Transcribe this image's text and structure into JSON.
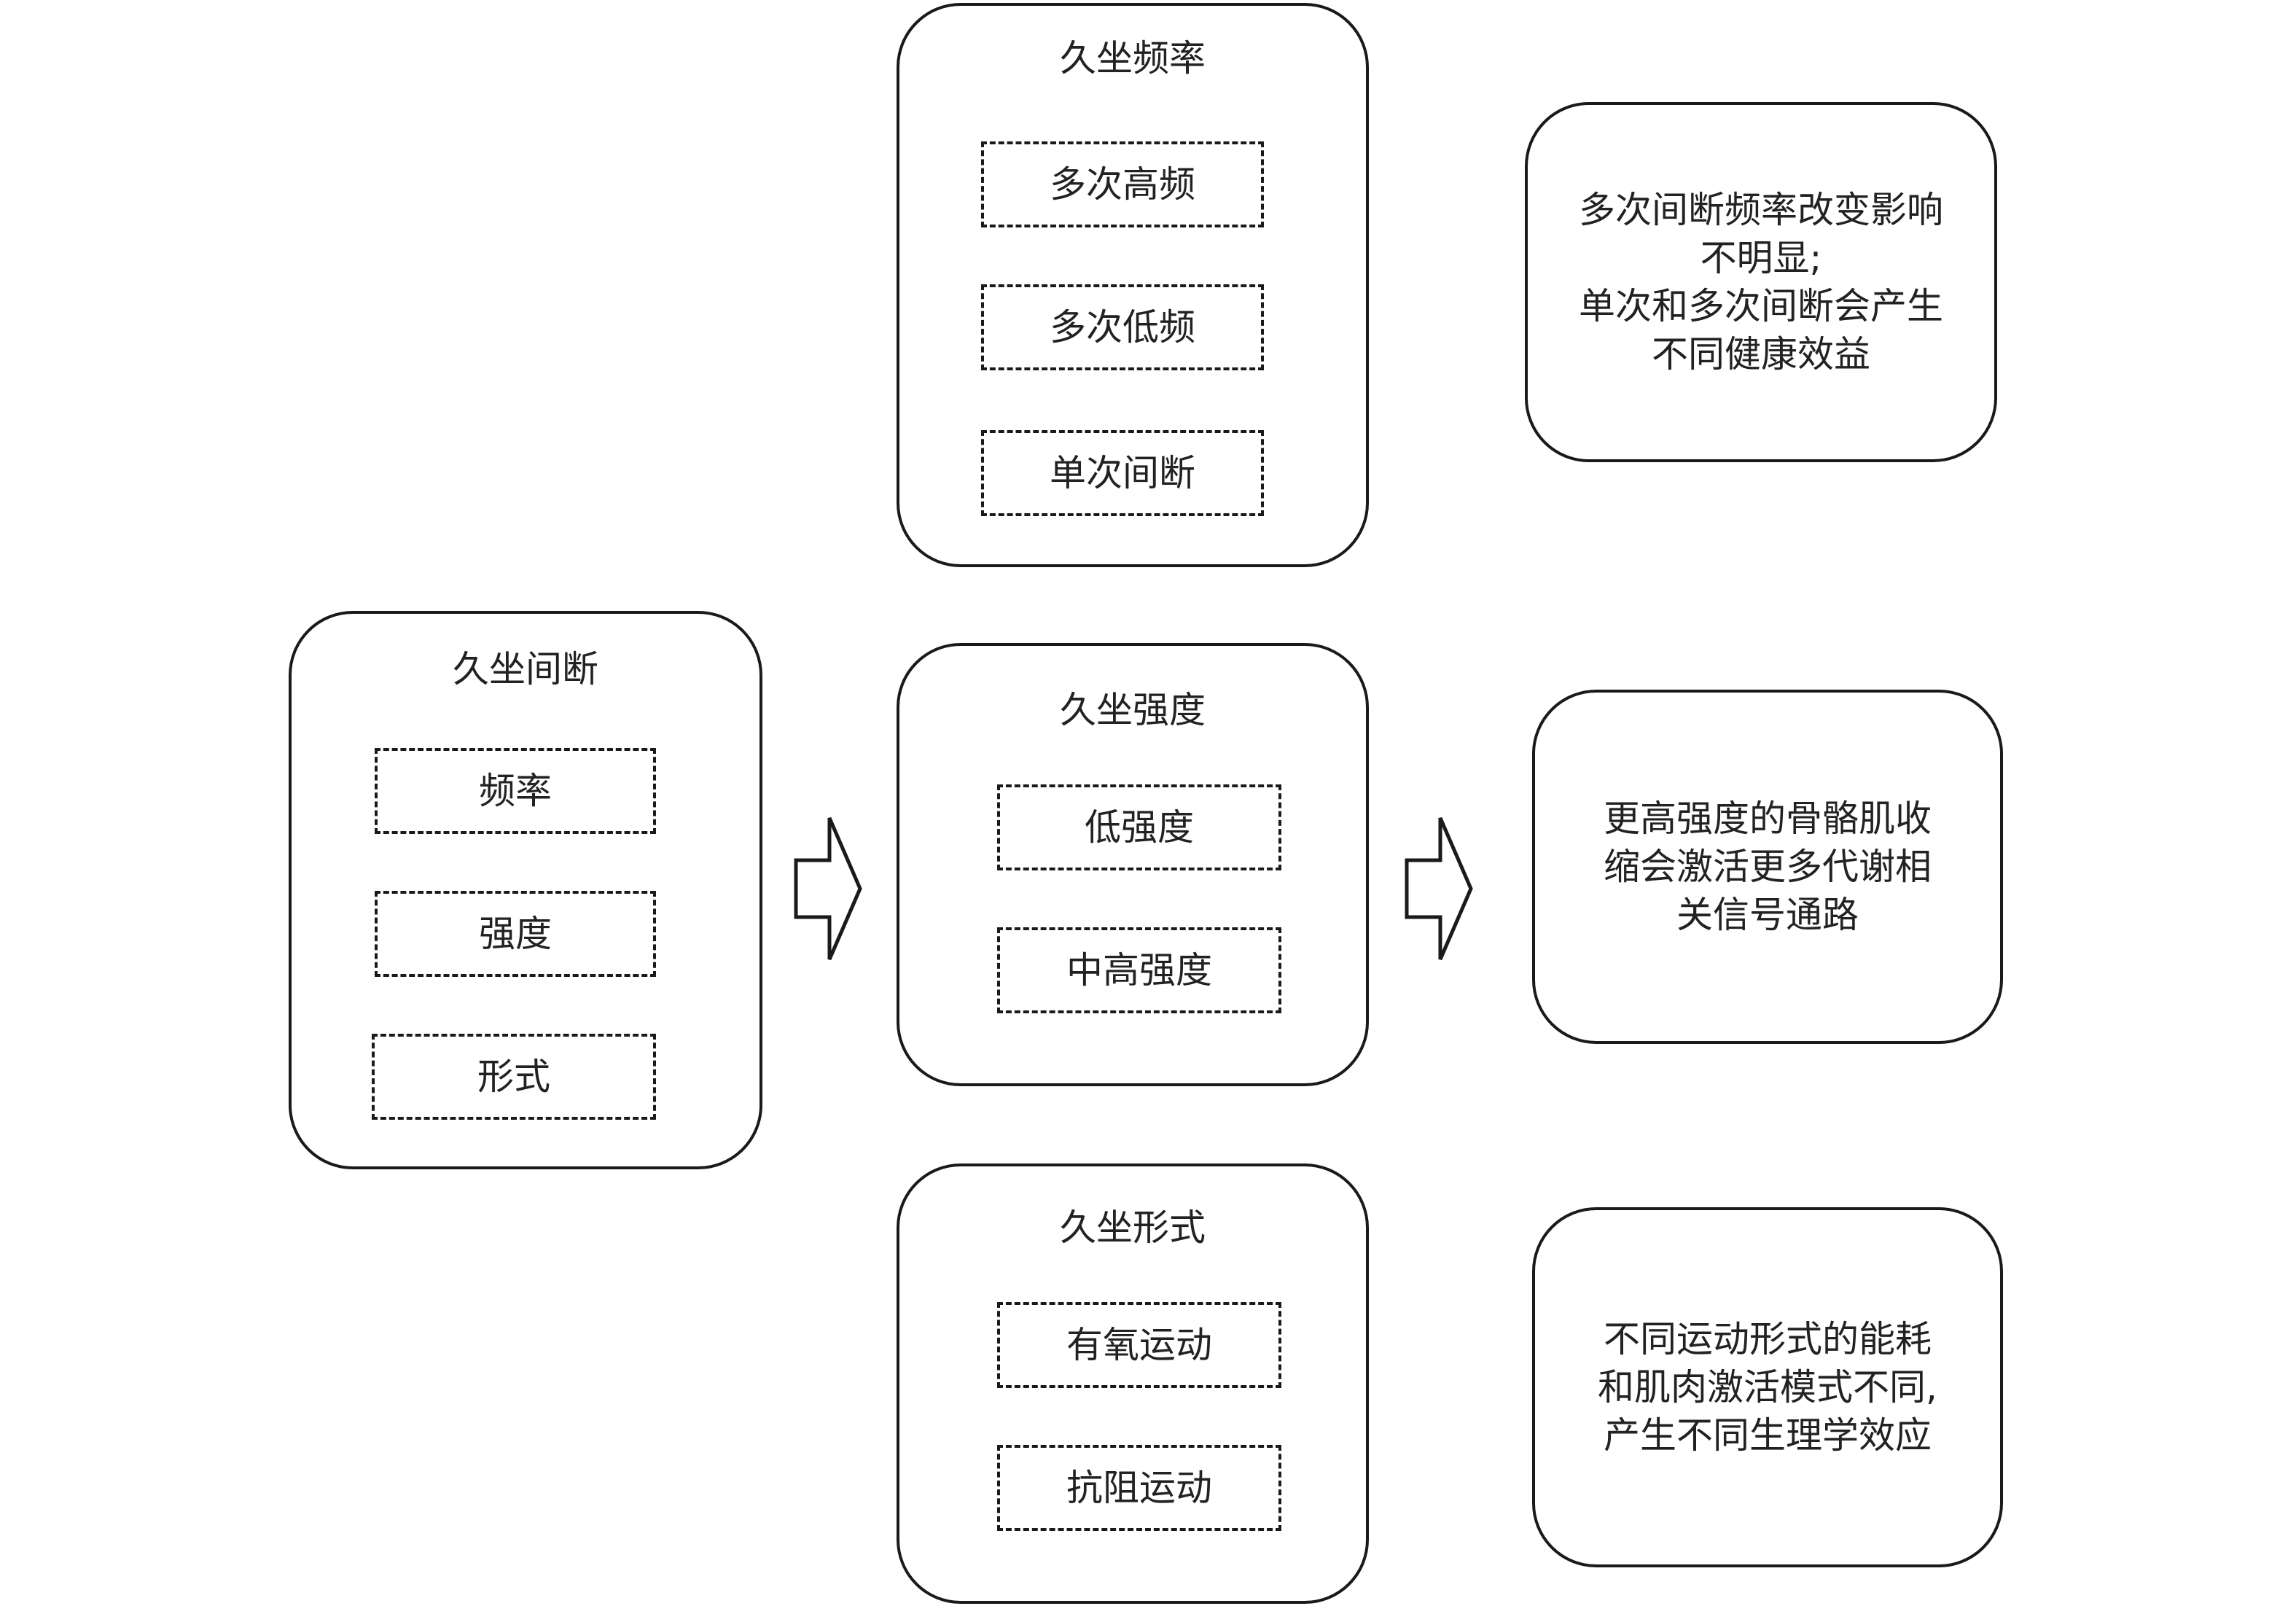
{
  "source": {
    "title": "久坐间断",
    "items": [
      "频率",
      "强度",
      "形式"
    ]
  },
  "categories": [
    {
      "title": "久坐频率",
      "items": [
        "多次高频",
        "多次低频",
        "单次间断"
      ]
    },
    {
      "title": "久坐强度",
      "items": [
        "低强度",
        "中高强度"
      ]
    },
    {
      "title": "久坐形式",
      "items": [
        "有氧运动",
        "抗阻运动"
      ]
    }
  ],
  "results": [
    {
      "lines": [
        "多次间断频率改变影响",
        "不明显;",
        "单次和多次间断会产生",
        "不同健康效益"
      ]
    },
    {
      "lines": [
        "更高强度的骨骼肌收",
        "缩会激活更多代谢相",
        "关信号通路"
      ]
    },
    {
      "lines": [
        "不同运动形式的能耗",
        "和肌肉激活模式不同,",
        "产生不同生理学效应"
      ]
    }
  ]
}
